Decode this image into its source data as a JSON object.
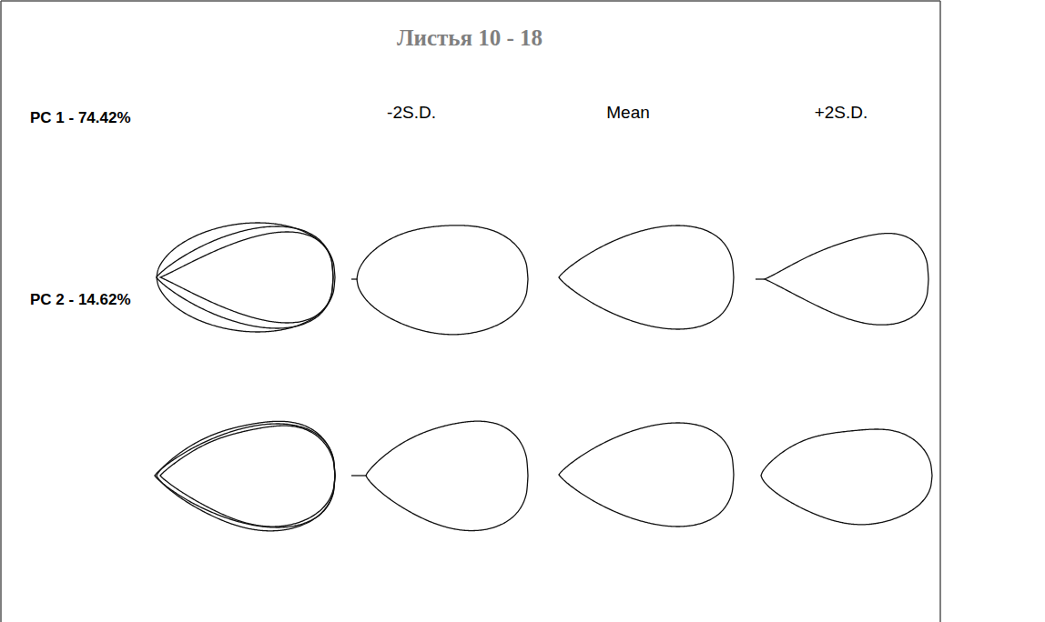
{
  "diagram": {
    "title": "Листья 10 - 18",
    "labels": [
      "PC 1 - 74.42%",
      "-2S.D.",
      "Mean",
      "+2S.D.",
      "PC 2 - 14.62%"
    ]
  }
}
